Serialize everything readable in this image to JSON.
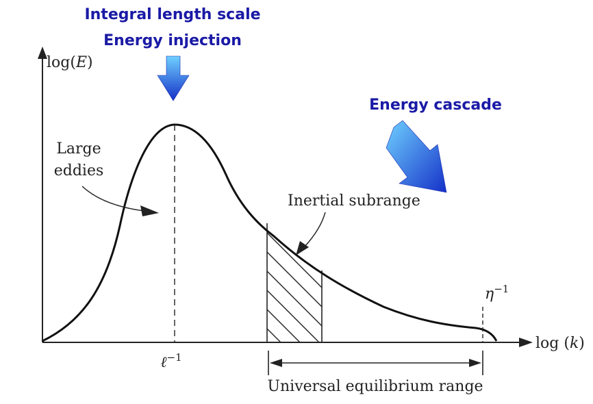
{
  "callouts": {
    "top_line1": "Integral length scale",
    "top_line2": "Energy injection",
    "right": "Energy cascade"
  },
  "axes": {
    "y_label_prefix": "log(",
    "y_label_var": "E",
    "y_label_suffix": ")",
    "x_label_prefix": "log (",
    "x_label_var": "k",
    "x_label_suffix": ")"
  },
  "annotations": {
    "large_eddies_line1": "Large",
    "large_eddies_line2": "eddies",
    "inertial_subrange": "Inertial subrange",
    "universal_range": "Universal equilibrium range",
    "ell_base": "ℓ",
    "ell_exp": "−1",
    "eta_base": "η",
    "eta_exp": "−1"
  },
  "colors": {
    "callout_text": "#1a1aa6",
    "arrow_light": "#6fd0ff",
    "arrow_dark": "#1530c8",
    "ink": "#222222"
  },
  "icons": {
    "down_arrow": "down-arrow-icon",
    "cascade_arrow": "diagonal-arrow-icon"
  }
}
